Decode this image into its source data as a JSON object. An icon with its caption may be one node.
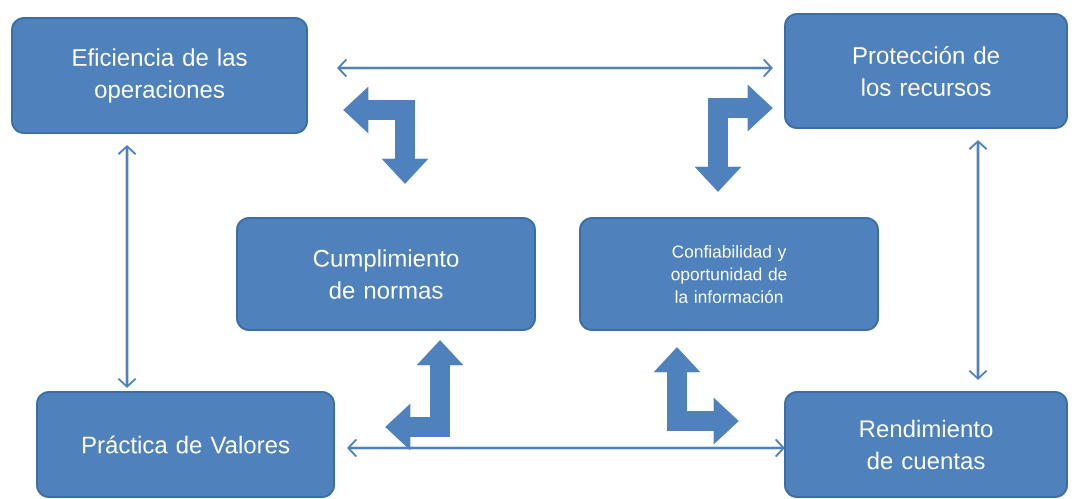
{
  "diagram": {
    "nodes": [
      {
        "text": [
          "Eficiencia de las operaciones"
        ]
      },
      {
        "text": [
          "Protección de los recursos"
        ]
      },
      {
        "text": [
          "Cumplimiento de normas"
        ]
      },
      {
        "text": [
          "Confiabilidad  y oportunidad  de la información"
        ]
      },
      {
        "text": [
          "Práctica de Valores"
        ]
      },
      {
        "text": [
          "Rendimiento de cuentas"
        ]
      }
    ],
    "edges": [
      {
        "from": 0,
        "to": 1,
        "arrow": "both"
      },
      {
        "from": 0,
        "to": 4,
        "arrow": "both"
      },
      {
        "from": 1,
        "to": 5,
        "arrow": "both"
      },
      {
        "from": 4,
        "to": 5,
        "arrow": "both"
      },
      {
        "from": 0,
        "to": 2,
        "arrow": "both",
        "style": "thick"
      },
      {
        "from": 1,
        "to": 3,
        "arrow": "both",
        "style": "thick"
      },
      {
        "from": 4,
        "to": 2,
        "arrow": "both",
        "style": "thick"
      },
      {
        "from": 3,
        "to": 5,
        "arrow": "both",
        "style": "thick"
      }
    ]
  }
}
